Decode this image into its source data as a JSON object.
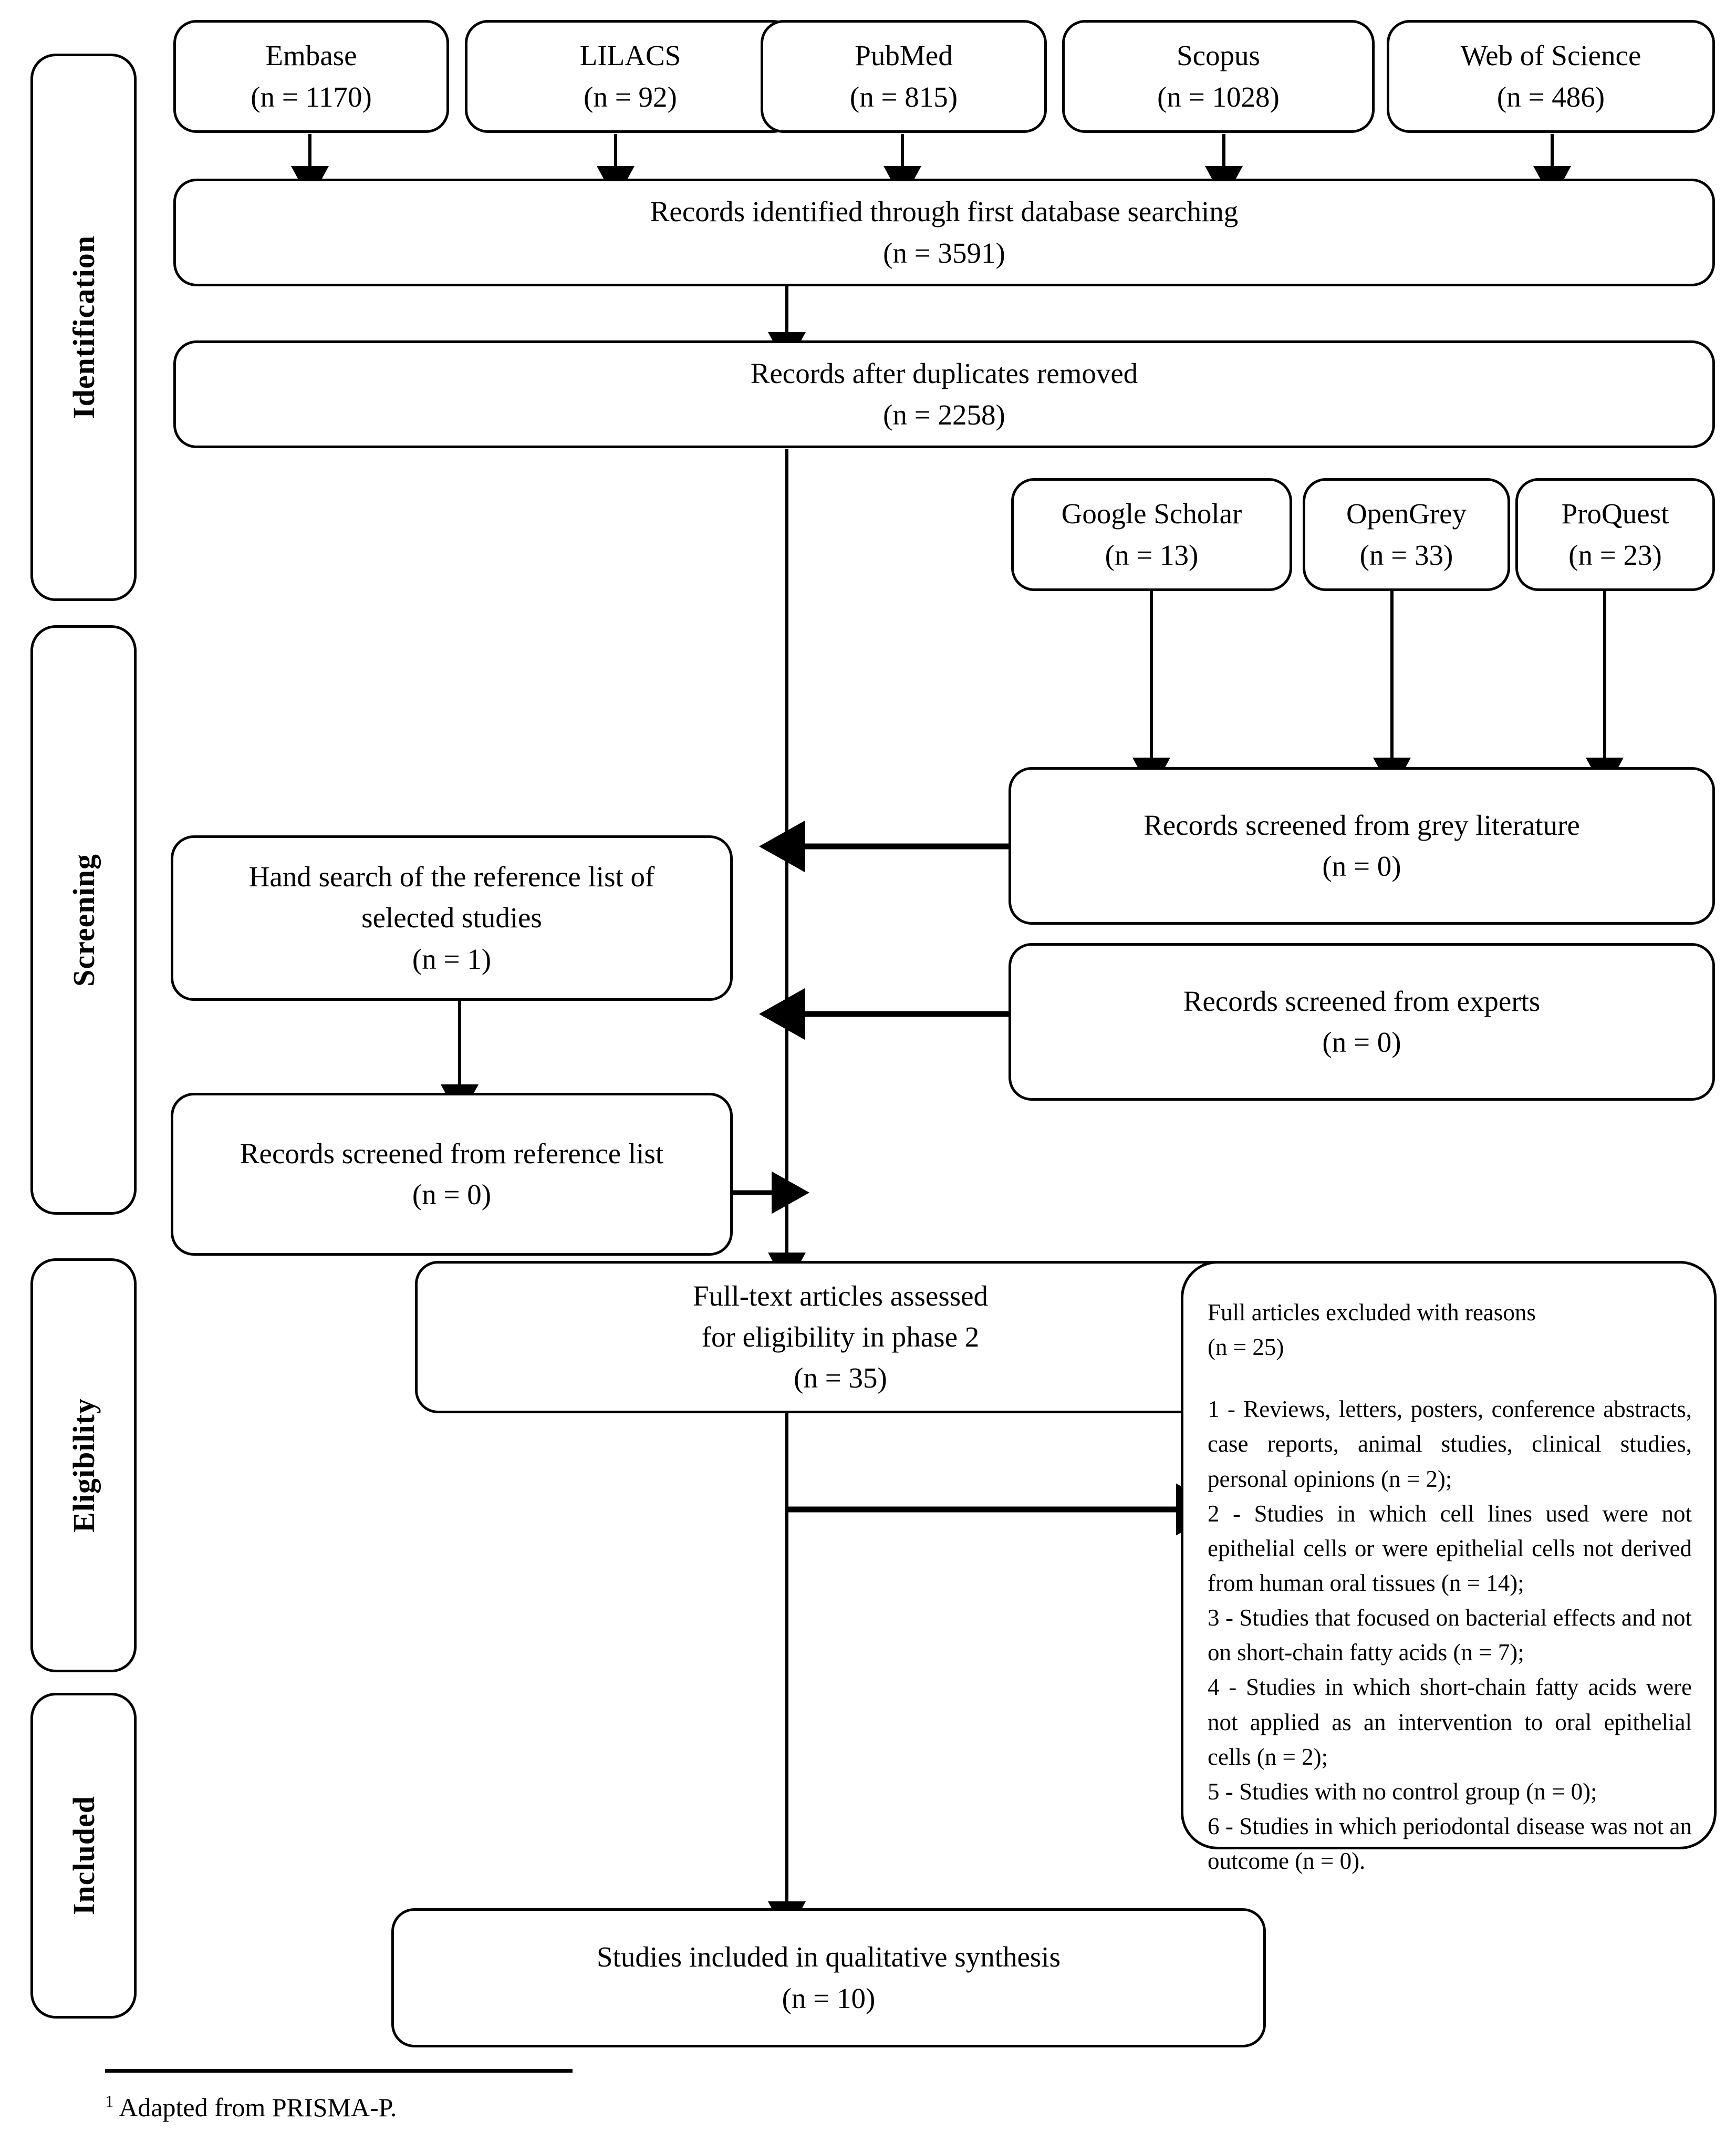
{
  "figure": {
    "type": "prisma-flow-diagram",
    "footnote_marker": "1",
    "footnote_text": " Adapted from PRISMA-P."
  },
  "stages": [
    {
      "id": "identification",
      "label": "Identification"
    },
    {
      "id": "screening",
      "label": "Screening"
    },
    {
      "id": "eligibility",
      "label": "Eligibility"
    },
    {
      "id": "included",
      "label": "Included"
    }
  ],
  "databases": [
    {
      "name": "Embase",
      "count": "(n = 1170)"
    },
    {
      "name": "LILACS",
      "count": "(n = 92)"
    },
    {
      "name": "PubMed",
      "count": "(n = 815)"
    },
    {
      "name": "Scopus",
      "count": "(n = 1028)"
    },
    {
      "name": "Web of Science",
      "count": "(n = 486)"
    }
  ],
  "grey_sources": [
    {
      "name": "Google Scholar",
      "count": "(n = 13)"
    },
    {
      "name": "OpenGrey",
      "count": "(n = 33)"
    },
    {
      "name": "ProQuest",
      "count": "(n = 23)"
    }
  ],
  "nodes": {
    "identified": {
      "line1": "Records identified through first database searching",
      "line2": "(n = 3591)"
    },
    "after_duplicates": {
      "line1": "Records after duplicates removed",
      "line2": "(n = 2258)"
    },
    "grey_screened": {
      "line1": "Records screened from grey literature",
      "line2": "(n = 0)"
    },
    "experts_screened": {
      "line1": "Records screened from experts",
      "line2": "(n = 0)"
    },
    "hand_search": {
      "line1": "Hand search of the reference list of",
      "line2": "selected studies",
      "line3": "(n = 1)"
    },
    "reference_screened": {
      "line1": "Records screened from reference list",
      "line2": "(n = 0)"
    },
    "fulltext_assessed": {
      "line1": "Full-text articles assessed",
      "line2": "for eligibility in phase 2",
      "line3": "(n = 35)"
    },
    "included_qualitative": {
      "line1": "Studies included in qualitative synthesis",
      "line2": "(n = 10)"
    }
  },
  "excluded": {
    "heading": "Full articles excluded with reasons",
    "count": "(n = 25)",
    "reasons": [
      "1 - Reviews, letters, posters, conference abstracts, case reports, animal studies, clinical studies, personal opinions (n = 2);",
      "2 - Studies in which cell lines used were not epithelial cells or were epithelial cells not derived from human oral tissues (n = 14);",
      "3 - Studies that focused on bacterial effects and not on short-chain fatty acids (n = 7);",
      "4 - Studies in which short-chain fatty acids were not applied as an intervention to oral epithelial cells (n = 2);",
      "5 - Studies with no control group (n = 0);",
      "6 - Studies in which periodontal disease was not an outcome (n = 0)."
    ]
  }
}
